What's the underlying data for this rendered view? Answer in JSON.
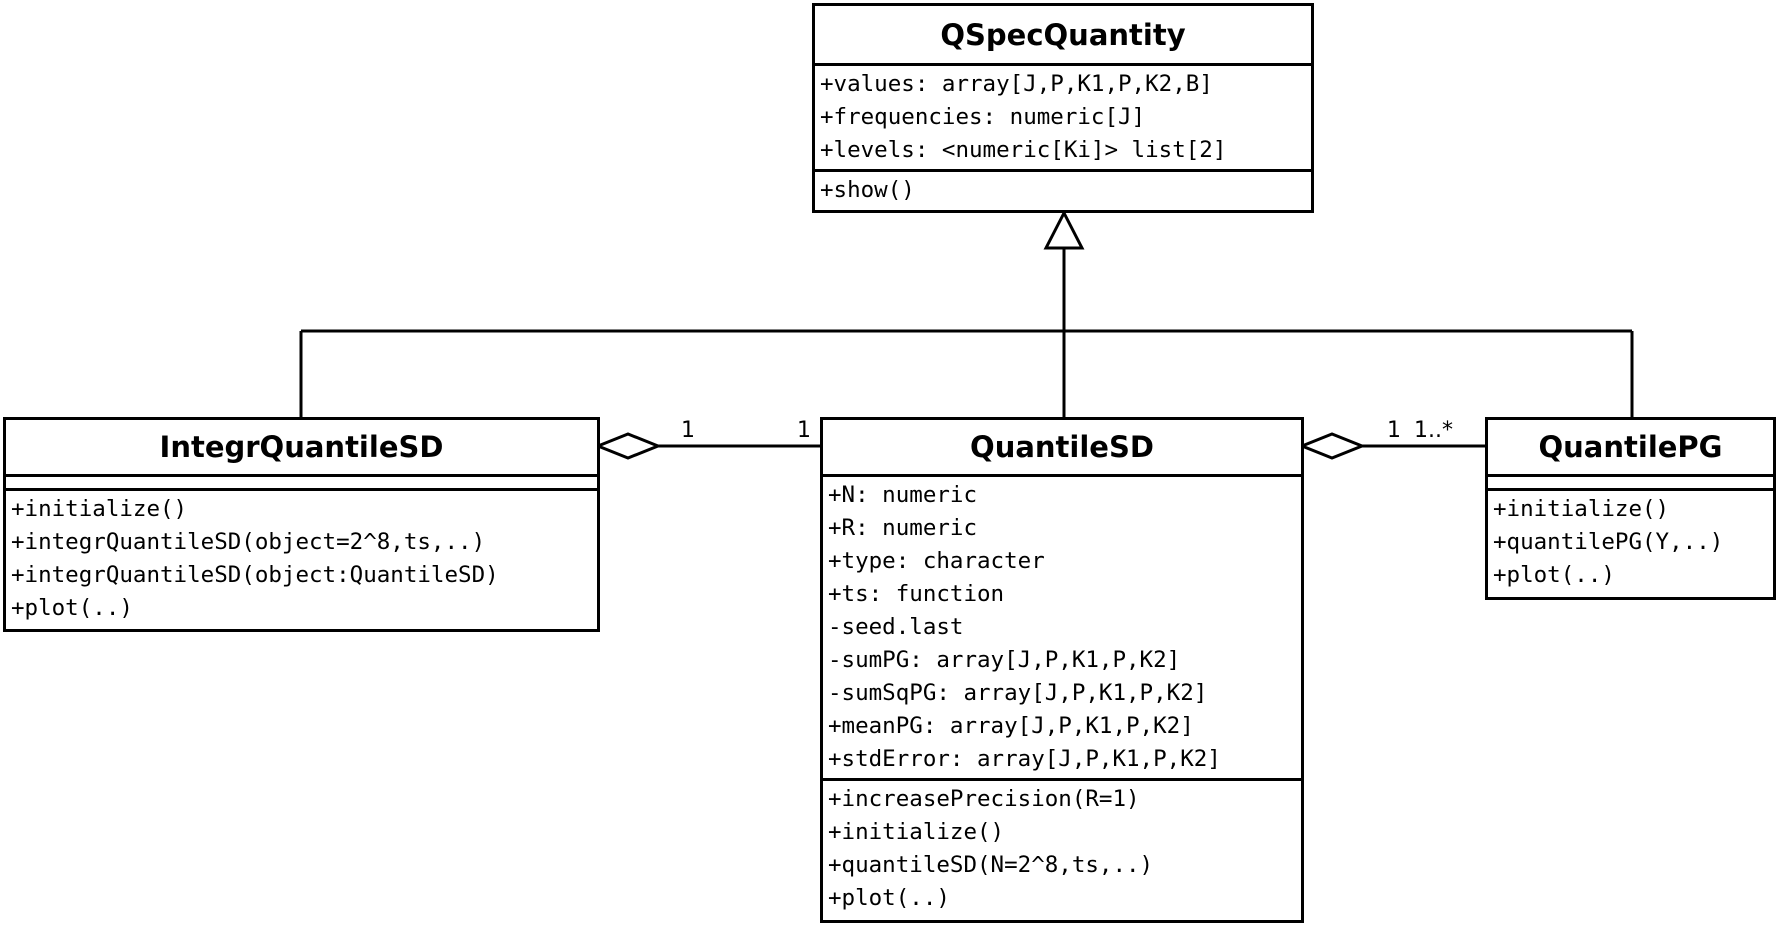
{
  "classes": {
    "qspec": {
      "name": "QSpecQuantity",
      "attributes": [
        "+values: array[J,P,K1,P,K2,B]",
        "+frequencies: numeric[J]",
        "+levels: <numeric[Ki]> list[2]"
      ],
      "methods": [
        "+show()"
      ]
    },
    "integr": {
      "name": "IntegrQuantileSD",
      "attributes": [],
      "methods": [
        "+initialize()",
        "+integrQuantileSD(object=2^8,ts,..)",
        "+integrQuantileSD(object:QuantileSD)",
        "+plot(..)"
      ]
    },
    "quantilesd": {
      "name": "QuantileSD",
      "attributes": [
        "+N: numeric",
        "+R: numeric",
        "+type: character",
        "+ts: function",
        "-seed.last",
        "-sumPG: array[J,P,K1,P,K2]",
        "-sumSqPG: array[J,P,K1,P,K2]",
        "+meanPG: array[J,P,K1,P,K2]",
        "+stdError: array[J,P,K1,P,K2]"
      ],
      "methods": [
        "+increasePrecision(R=1)",
        "+initialize()",
        "+quantileSD(N=2^8,ts,..)",
        "+plot(..)"
      ]
    },
    "quantilepg": {
      "name": "QuantilePG",
      "attributes": [],
      "methods": [
        "+initialize()",
        "+quantilePG(Y,..)",
        "+plot(..)"
      ]
    }
  },
  "multiplicities": {
    "integr_side": "1",
    "quantilesd_left": "1",
    "quantilesd_right": "1",
    "quantilepg_side": "1..*"
  }
}
